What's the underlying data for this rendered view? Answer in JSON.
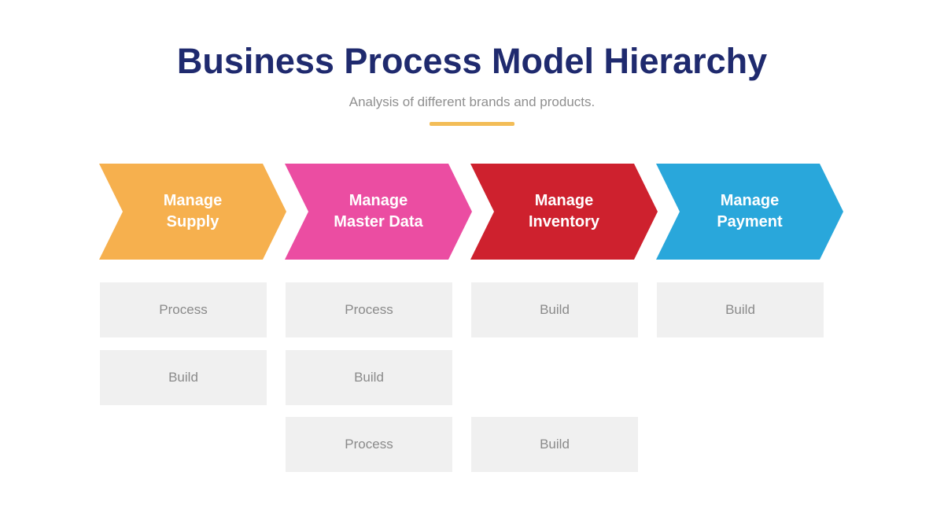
{
  "header": {
    "title": "Business Process Model Hierarchy",
    "subtitle": "Analysis of different brands and products.",
    "title_color": "#1f2a6e",
    "subtitle_color": "#8f8f8f",
    "divider_color": "#f3bd57"
  },
  "process_flow": {
    "box_background": "#f0f0f0",
    "box_text_color": "#8a8a8a",
    "stages": [
      {
        "label": "Manage Supply",
        "color": "#f6b04e",
        "children": [
          {
            "label": "Process",
            "row": 1
          },
          {
            "label": "Build",
            "row": 2
          }
        ]
      },
      {
        "label": "Manage Master Data",
        "color": "#eb4da2",
        "children": [
          {
            "label": "Process",
            "row": 1
          },
          {
            "label": "Build",
            "row": 2
          },
          {
            "label": "Process",
            "row": 3
          }
        ]
      },
      {
        "label": "Manage Inventory",
        "color": "#ce212e",
        "children": [
          {
            "label": "Build",
            "row": 1
          },
          {
            "label": "Build",
            "row": 3
          }
        ]
      },
      {
        "label": "Manage Payment",
        "color": "#29a7db",
        "children": [
          {
            "label": "Build",
            "row": 1
          }
        ]
      }
    ]
  }
}
